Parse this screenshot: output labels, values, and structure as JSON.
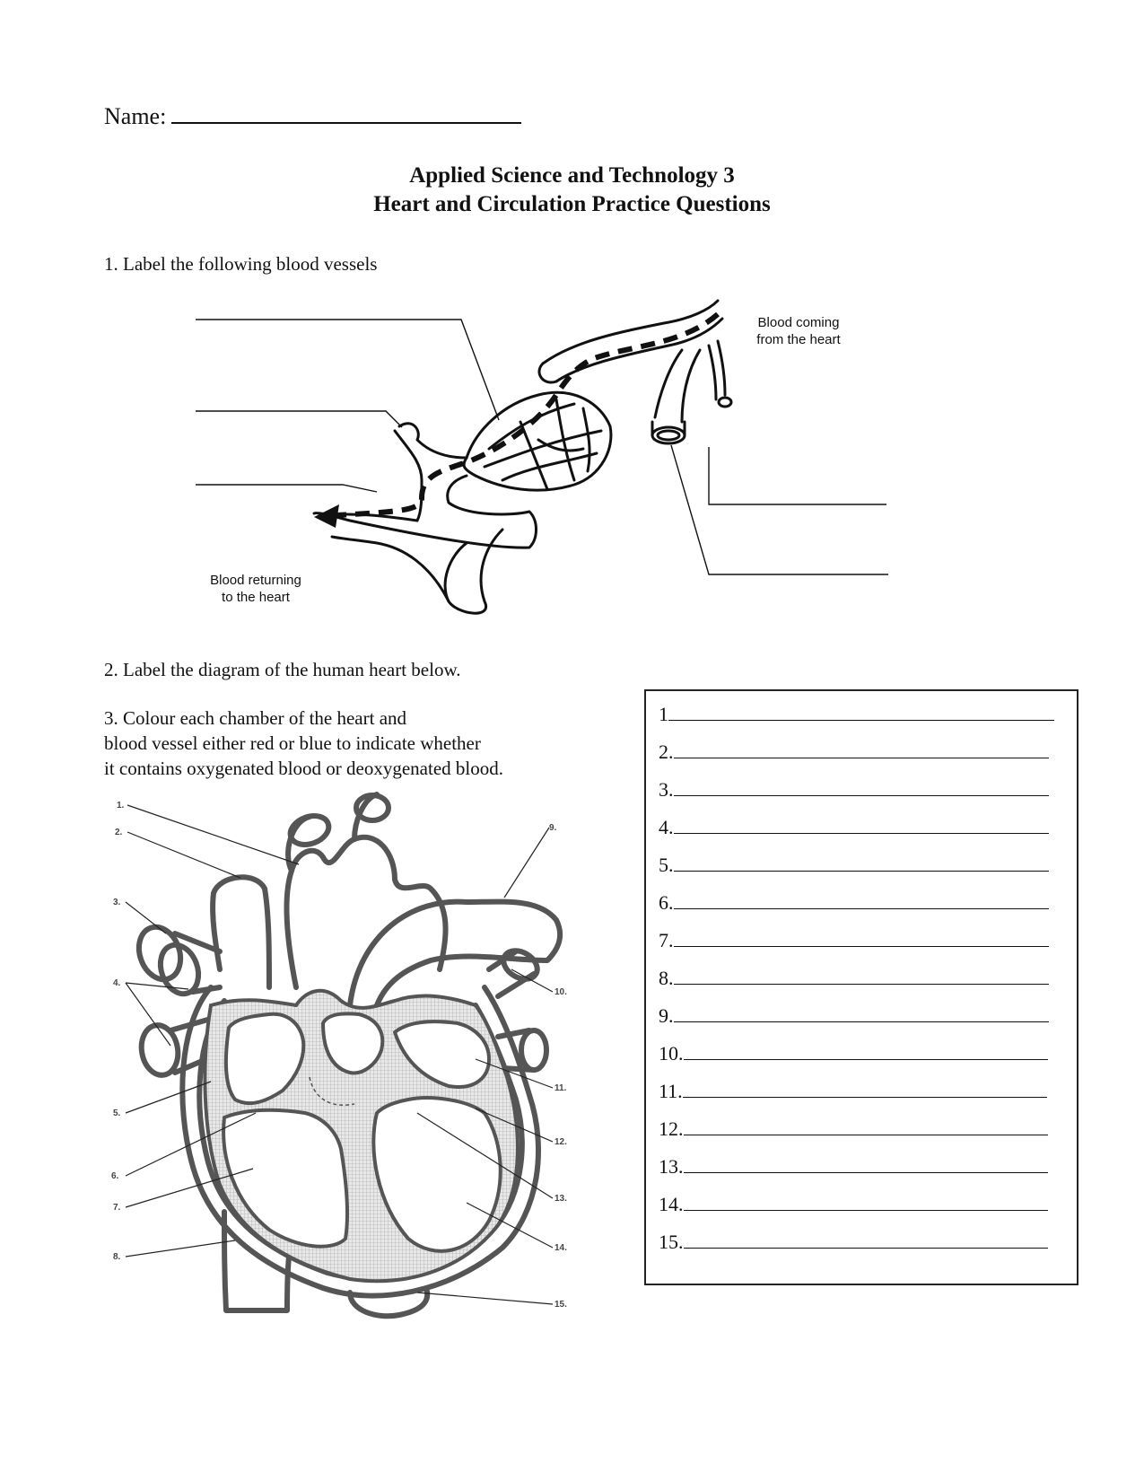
{
  "worksheet": {
    "name_label": "Name:",
    "title_line1": "Applied Science and Technology 3",
    "title_line2": "Heart and Circulation Practice Questions"
  },
  "question1": {
    "text": "1. Label the following blood vessels",
    "label_coming": [
      "Blood coming",
      "from the heart"
    ],
    "label_returning": [
      "Blood returning",
      "to the heart"
    ]
  },
  "question2": {
    "text": "2. Label the diagram of the human heart below."
  },
  "question3": {
    "lines": [
      "3. Colour each chamber of the heart and",
      "blood vessel either red or blue to indicate whether",
      "it contains oxygenated blood or deoxygenated blood."
    ]
  },
  "heart_numbers": [
    "1.",
    "2.",
    "3.",
    "4.",
    "5.",
    "6.",
    "7.",
    "8.",
    "9.",
    "10.",
    "11.",
    "12.",
    "13.",
    "14.",
    "15."
  ],
  "answers": [
    "1",
    "2.",
    "3.",
    "4.",
    "5.",
    "6.",
    "7.",
    "8.",
    "9.",
    "10.",
    "11.",
    "12.",
    "13.",
    "14.",
    "15."
  ]
}
